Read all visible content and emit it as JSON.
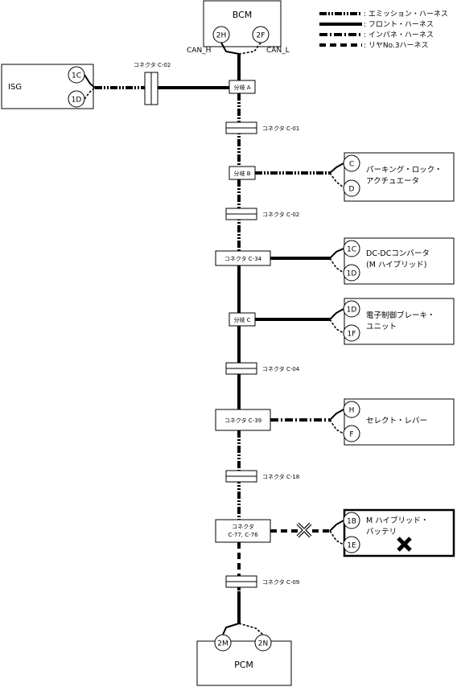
{
  "legend": [
    {
      "style": "emission",
      "text": ": エミッション・ハーネス"
    },
    {
      "style": "front",
      "text": ": フロント・ハーネス"
    },
    {
      "style": "inpane",
      "text": ": インパネ・ハーネス"
    },
    {
      "style": "rear3",
      "text": ": リヤNo.3ハーネス"
    }
  ],
  "modules": {
    "bcm": {
      "name": "BCM",
      "pin_h": "2H",
      "pin_l": "2F",
      "can_h": "CAN_H",
      "can_l": "CAN_L"
    },
    "isg": {
      "name": "ISG",
      "pin1": "1C",
      "pin2": "1D",
      "connector": "コネクタ C-02"
    },
    "parking": {
      "line1": "パーキング・ロック・",
      "line2": "アクチュエータ",
      "pin1": "C",
      "pin2": "D"
    },
    "dcdc": {
      "line1": "DC-DCコンバータ",
      "line2": "(M ハイブリッド)",
      "pin1": "1C",
      "pin2": "1D"
    },
    "brake": {
      "line1": "電子制御ブレーキ・",
      "line2": "ユニット",
      "pin1": "1D",
      "pin2": "1F"
    },
    "select": {
      "name": "セレクト・レバー",
      "pin1": "H",
      "pin2": "F"
    },
    "battery": {
      "line1": "M ハイブリッド・",
      "line2": "バッテリ",
      "pin1": "1B",
      "pin2": "1E"
    },
    "pcm": {
      "name": "PCM",
      "pin1": "2M",
      "pin2": "2N"
    }
  },
  "nodes": {
    "branch_a": "分岐 A",
    "branch_b": "分岐 B",
    "branch_c": "分岐 C",
    "c34": "コネクタ C-34",
    "c39": "コネクタ C-39",
    "c77_line1": "コネクタ",
    "c77_line2": "C-77, C-76"
  },
  "connectors": {
    "c01": "コネクタ C-01",
    "c02": "コネクタ C-02",
    "c04": "コネクタ C-04",
    "c18": "コネクタ C-18",
    "c09": "コネクタ C-09"
  },
  "status": {
    "battery_fault": "open circuit (× marks)"
  },
  "icons": {
    "fault": "cross-icon",
    "open": "open-circuit-icon"
  }
}
